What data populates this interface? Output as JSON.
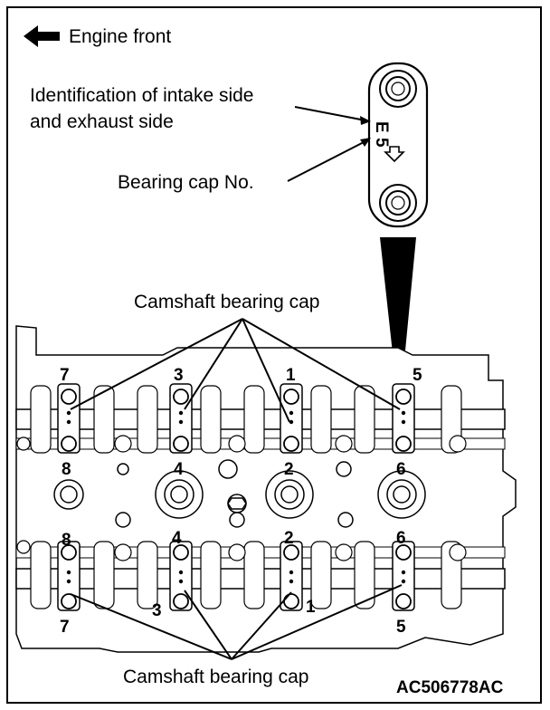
{
  "engine_front_label": "Engine front",
  "identification_label_line1": "Identification of intake side",
  "identification_label_line2": "and exhaust side",
  "bearing_cap_no_label": "Bearing cap No.",
  "cap_marking_side": "E",
  "cap_marking_number": "5",
  "camshaft_bearing_cap_top": "Camshaft bearing cap",
  "camshaft_bearing_cap_bottom": "Camshaft bearing cap",
  "figure_code": "AC506778AC",
  "cap_numbers": {
    "top_row": [
      "7",
      "3",
      "1",
      "5"
    ],
    "upper_middle_row": [
      "8",
      "4",
      "2",
      "6"
    ],
    "lower_middle_row": [
      "8",
      "4",
      "2",
      "6"
    ],
    "bottom_row": [
      "7",
      "3",
      "1",
      "5"
    ]
  }
}
